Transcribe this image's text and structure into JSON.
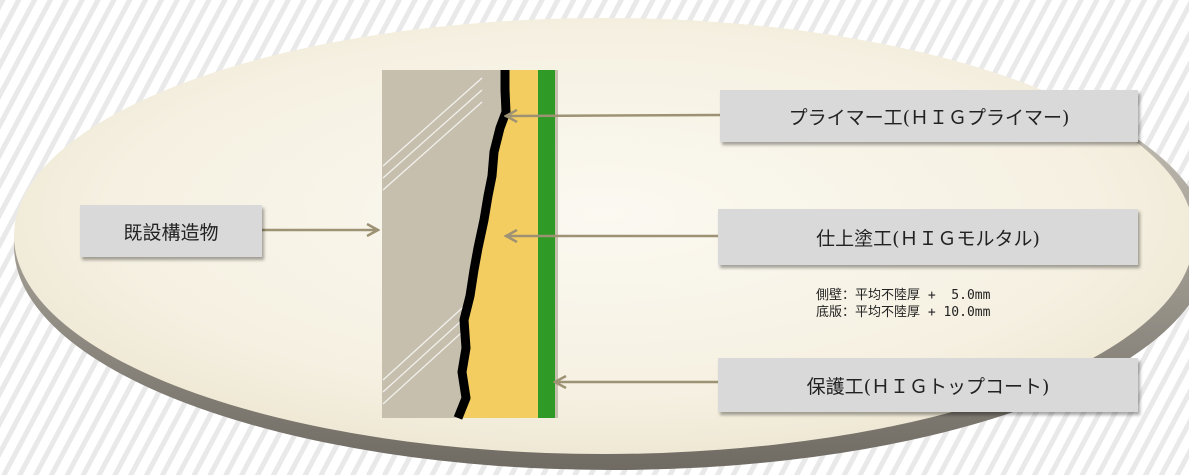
{
  "labels": {
    "existing_structure": "既設構造物",
    "primer": "プライマー工(ＨＩＧプライマー)",
    "finish_coat": "仕上塗工(ＨＩＧモルタル)",
    "protection": "保護工(ＨＩＧトップコート)"
  },
  "notes": {
    "side_wall": "側壁：平均不陸厚 +  5.0mm",
    "bottom_slab": "底版：平均不陸厚 + 10.0mm"
  },
  "colors": {
    "concrete": "#c6bfae",
    "mortar": "#f3cd60",
    "topcoat": "#2f9a25",
    "primer_line": "#000000",
    "arrow": "#9e9274",
    "ellipse_fill": "#f7f3e6",
    "ellipse_rim": "#8a857b",
    "label_box": "#d9d9d9"
  }
}
